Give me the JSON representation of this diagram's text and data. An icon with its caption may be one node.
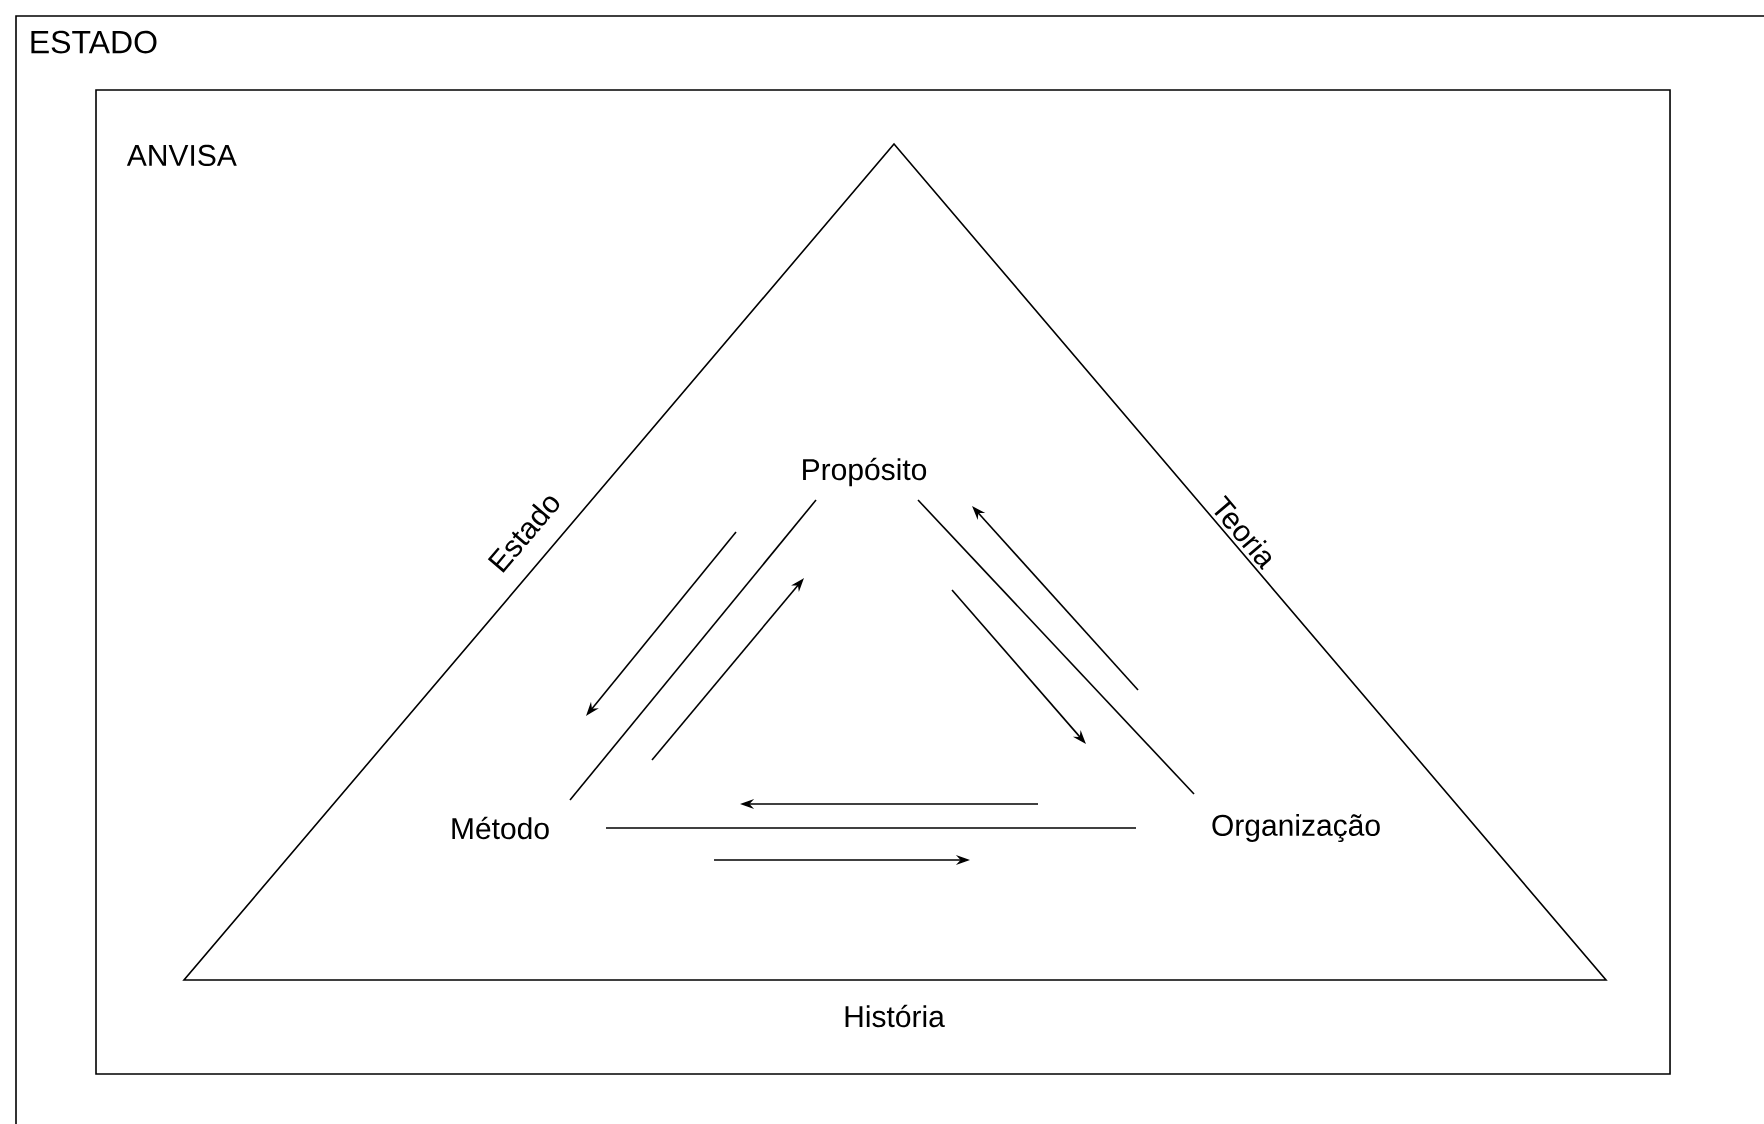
{
  "diagram": {
    "nodes": [
      {
        "text": [
          "ESTADO"
        ]
      },
      {
        "text": [
          "ANVISA"
        ],
        "in": 0
      },
      {
        "text": [
          "Estado",
          "Teoria",
          "História"
        ],
        "in": 1
      },
      {
        "text": [
          "Propósito"
        ],
        "in": 2
      },
      {
        "text": [
          "Método"
        ],
        "in": 2
      },
      {
        "text": [
          "Organização"
        ],
        "in": 2
      }
    ],
    "edges": [
      {
        "from": 3,
        "to": 4,
        "arrow": "none"
      },
      {
        "from": 3,
        "to": 5,
        "arrow": "none"
      },
      {
        "from": 4,
        "to": 5,
        "arrow": "none"
      }
    ]
  }
}
